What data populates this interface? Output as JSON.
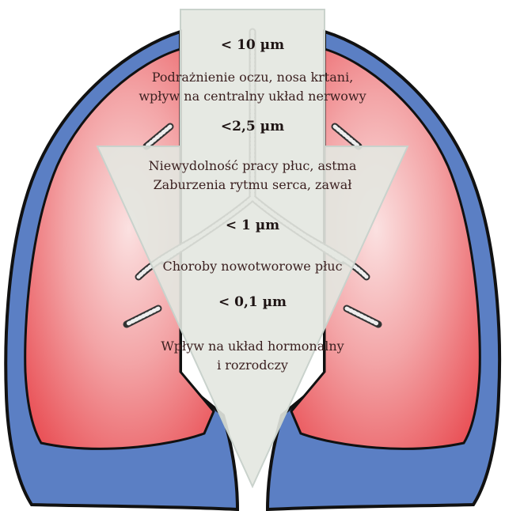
{
  "colors": {
    "lung_fill": "#e8474d",
    "lung_border": "#5b7fc4",
    "arrow_fill": "#e3e7e0"
  },
  "levels": [
    {
      "size": "< 10 µm",
      "effect_lines": [
        "Podrażnienie oczu, nosa krtani,",
        "wpływ na centralny układ nerwowy"
      ]
    },
    {
      "size": "<2,5 µm",
      "effect_lines": [
        "Niewydolność pracy płuc, astma",
        "Zaburzenia rytmu serca, zawał"
      ]
    },
    {
      "size": "< 1 µm",
      "effect_lines": [
        "Choroby nowotworowe płuc"
      ]
    },
    {
      "size": "< 0,1 µm",
      "effect_lines": [
        "Wpływ na układ hormonalny",
        "i rozrodczy"
      ]
    }
  ]
}
